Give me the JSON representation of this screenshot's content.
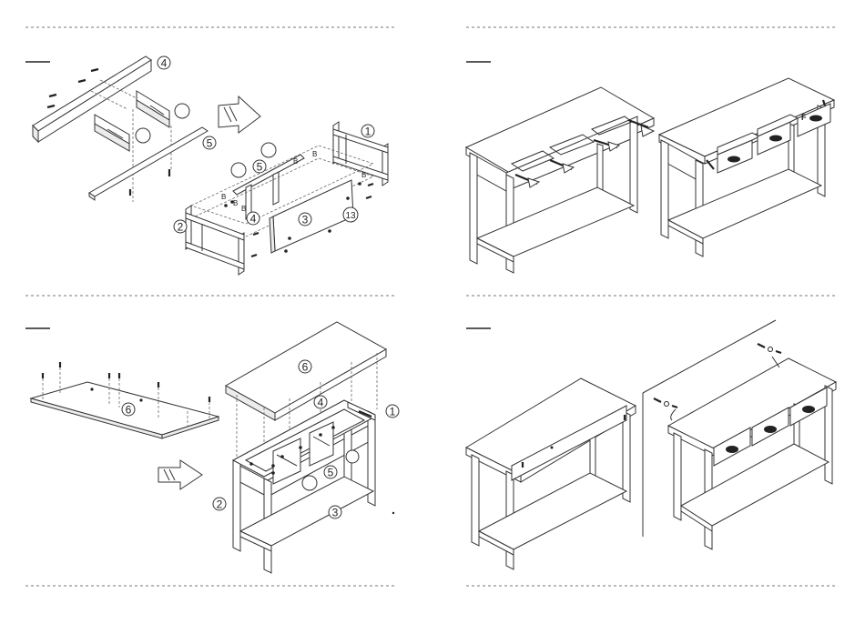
{
  "step1": {
    "parts": [
      {
        "id": "4",
        "text": "4"
      },
      {
        "id": "5a",
        "text": "5"
      },
      {
        "id": "1",
        "text": "1"
      },
      {
        "id": "5b",
        "text": "5"
      },
      {
        "id": "4b",
        "text": "4"
      },
      {
        "id": "3",
        "text": "3"
      },
      {
        "id": "2",
        "text": "2"
      },
      {
        "id": "13",
        "text": "13"
      }
    ],
    "hardware": [
      {
        "id": "b1",
        "text": "B"
      },
      {
        "id": "b2",
        "text": "B"
      },
      {
        "id": "b3",
        "text": "B"
      },
      {
        "id": "b4",
        "text": "B"
      },
      {
        "id": "b5",
        "text": "B"
      },
      {
        "id": "b6",
        "text": "B"
      }
    ]
  },
  "step2": {
    "hardware": [
      {
        "id": "f1",
        "text": "F"
      }
    ]
  },
  "step3": {
    "parts": [
      {
        "id": "6a",
        "text": "6"
      },
      {
        "id": "6b",
        "text": "6"
      },
      {
        "id": "4",
        "text": "4"
      },
      {
        "id": "1",
        "text": "1"
      },
      {
        "id": "5",
        "text": "5"
      },
      {
        "id": "2",
        "text": "2"
      },
      {
        "id": "3",
        "text": "3"
      }
    ]
  },
  "colors": {
    "line": "#333333",
    "separator": "#777777",
    "shadow": "#ececec"
  }
}
